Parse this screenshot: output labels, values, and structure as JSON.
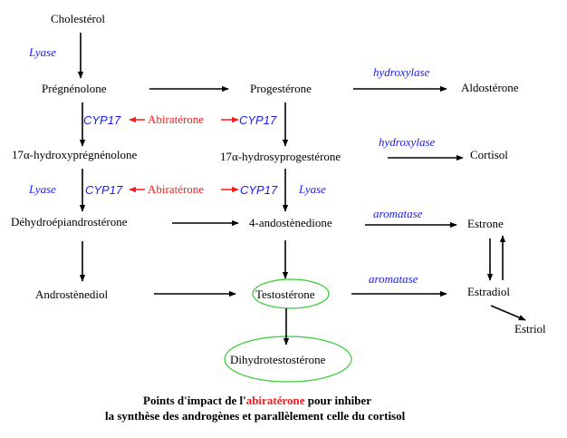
{
  "molecules": {
    "cholesterol": "Cholestérol",
    "pregnenolone": "Prégnénolone",
    "progesterone": "Progestérone",
    "aldosterone": "Aldostérone",
    "hydroxypregnenolone": "17α-hydroxyprégnénolone",
    "hydroxyprogesterone": "17α-hydrosyprogestérone",
    "cortisol": "Cortisol",
    "dhea": "Déhydroépiandrostérone",
    "androstenedione": "4-andostènedione",
    "estrone": "Estrone",
    "androstenediol": "Androstènediol",
    "testosterone": "Testostérone",
    "estradiol": "Estradiol",
    "estriol": "Estriol",
    "dht": "Dihydrotestostérone"
  },
  "enzymes": {
    "lyase_top": "Lyase",
    "hydroxylase_top": "hydroxylase",
    "cyp17_left_1": "CYP17",
    "cyp17_right_1": "CYP17",
    "hydroxylase_mid": "hydroxylase",
    "lyase_left": "Lyase",
    "cyp17_left_2": "CYP17",
    "cyp17_right_2": "CYP17",
    "lyase_right": "Lyase",
    "aromatase_top": "aromatase",
    "aromatase_bottom": "aromatase"
  },
  "inhibitor": {
    "label_1": "Abiratérone",
    "label_2": "Abiratérone"
  },
  "caption": {
    "line1_before": "Points d'impact de l'",
    "line1_highlight": "abiratérone",
    "line1_after": " pour inhiber",
    "line2": "la synthèse  des androgènes et parallèlement celle du cortisol"
  },
  "colors": {
    "enzyme": "#1a1aff",
    "inhibitor": "#ff1a1a",
    "highlight_ellipse": "#33cc33",
    "arrow": "#000000"
  }
}
